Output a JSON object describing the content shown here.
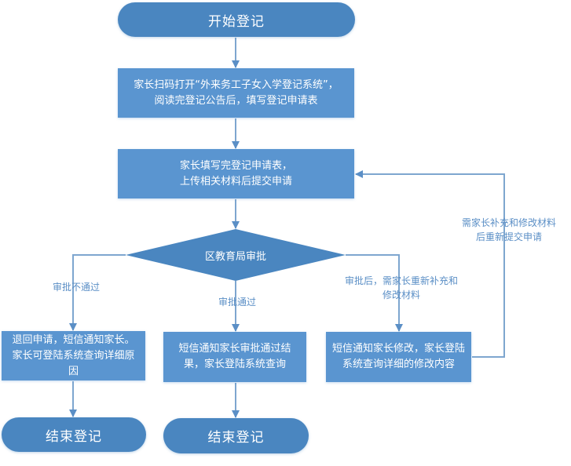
{
  "colors": {
    "terminal": "#4a86c0",
    "process": "#5a95d0",
    "decision": "#4a86c0",
    "connector": "#7ea6cf",
    "label_text": "#5b8fc6"
  },
  "nodes": {
    "start": {
      "text": "开始登记",
      "shape": "terminal"
    },
    "scan": {
      "text": "家长扫码打开“外来务工子女入学登记系统”，阅读完登记公告后，填写登记申请表",
      "shape": "process"
    },
    "submit": {
      "line1": "家长填写完登记申请表，",
      "line2": "上传相关材料后提交申请",
      "shape": "process"
    },
    "review": {
      "text": "区教育局审批",
      "shape": "decision"
    },
    "rejected": {
      "text": "退回申请，短信通知家长。家长可登陆系统查询详细原因",
      "shape": "process"
    },
    "approved": {
      "text": "短信通知家长审批通过结果，家长登陆系统查询",
      "shape": "process"
    },
    "revise": {
      "text": "短信通知家长修改，家长登陆系统查询详细的修改内容",
      "shape": "process"
    },
    "end_left": {
      "text": "结束登记",
      "shape": "terminal"
    },
    "end_middle": {
      "text": "结束登记",
      "shape": "terminal"
    }
  },
  "edge_labels": {
    "reject": "审批不通过",
    "approve": "审批通过",
    "revise": "审批后，需家长重新补充和修改材料",
    "resubmit": "需家长补充和修改材料后重新提交申请"
  }
}
